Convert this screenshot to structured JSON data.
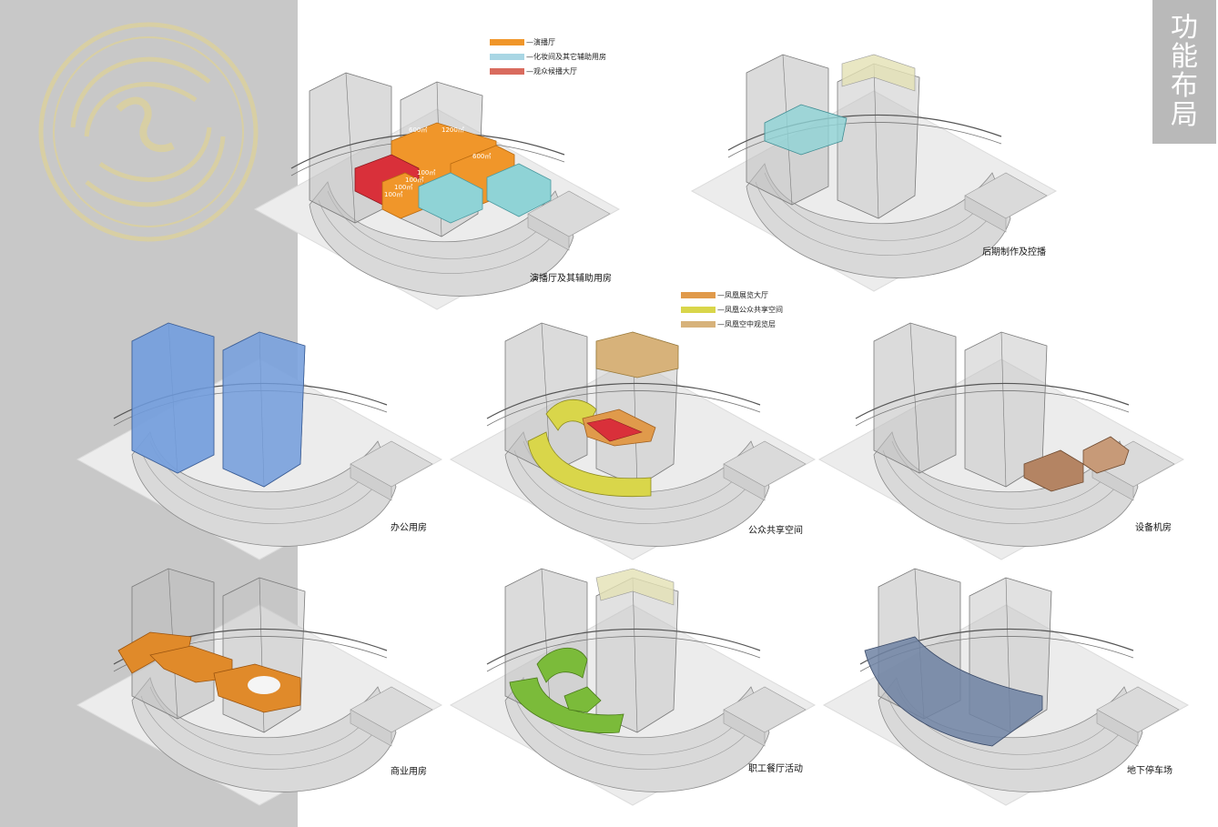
{
  "title_chars": [
    "功",
    "能",
    "布",
    "局"
  ],
  "colors": {
    "band": "#c8c8c8",
    "title_bg": "#b9b9b9",
    "logo": "#d8cfa4",
    "orange": "#f0962a",
    "cyan": "#8fd3d6",
    "red": "#d9303a",
    "blue": "#6f9ce0",
    "yellow": "#d9d64a",
    "tan": "#d7b27a",
    "brown": "#b48463",
    "green": "#7bbb3a",
    "slate": "#6f82a3"
  },
  "legend_top": [
    {
      "label": "—演播厅",
      "color": "#f0962a"
    },
    {
      "label": "—化妆间及其它辅助用房",
      "color": "#a9d6e4"
    },
    {
      "label": "—观众候播大厅",
      "color": "#d96b5e"
    }
  ],
  "legend_mid": [
    {
      "label": "—凤凰展览大厅",
      "color": "#e09a4b"
    },
    {
      "label": "—凤凰公众共享空间",
      "color": "#d9d64a"
    },
    {
      "label": "—凤凰空中观览层",
      "color": "#d7b27a"
    }
  ],
  "area_labels": [
    "600㎡",
    "1200㎡",
    "600㎡",
    "100㎡",
    "100㎡",
    "100㎡",
    "100㎡"
  ],
  "captions": {
    "p1": "演播厅及其辅助用房",
    "p2": "后期制作及控播",
    "p3": "办公用房",
    "p4": "公众共享空间",
    "p5": "设备机房",
    "p6": "商业用房",
    "p7": "职工餐厅活动",
    "p8": "地下停车场"
  }
}
